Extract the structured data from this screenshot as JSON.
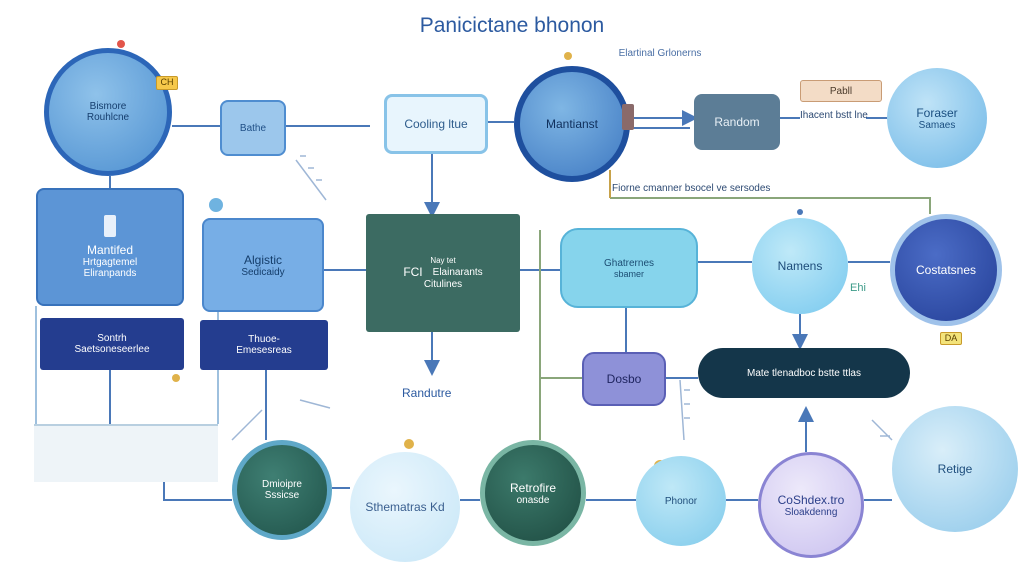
{
  "header": {
    "title": "Panicictane bhonon",
    "subtitle": "Elartinal Grlonerns"
  },
  "nodes": {
    "bismore": {
      "line1": "Bismore",
      "line2": "Rouhlcne"
    },
    "bathe": {
      "label": "Bathe"
    },
    "cooling": {
      "label": "Cooling ltue"
    },
    "mantiand": {
      "label": "Mantianst"
    },
    "random": {
      "label": "Random"
    },
    "pabll": {
      "label": "Pabll"
    },
    "pbs": {
      "label": "Ihacent bstt lne"
    },
    "foraer": {
      "line1": "Foraser",
      "line2": "Samaes"
    },
    "mantifred": {
      "line1": "Mantifed",
      "line2": "Hrtgagtemel",
      "line3": "Eliranpands"
    },
    "algistic": {
      "line1": "Algistic",
      "line2": "Sedicaidy"
    },
    "fci": {
      "tag": "Nay tet",
      "code": "FCI",
      "line1": "Elainarants",
      "line2": "Citulines"
    },
    "quenches": {
      "line1": "Ghatrernes",
      "line2": "sbamer"
    },
    "namens": {
      "label": "Namens"
    },
    "costafo": {
      "label": "Costatsnes"
    },
    "sentry": {
      "line1": "Sontrh",
      "line2": "Saetsoneseerlee"
    },
    "thuer": {
      "line1": "Thuoe-",
      "line2": "Emesesreas"
    },
    "dosbo": {
      "label": "Dosbo"
    },
    "matter": {
      "label": "Mate tlenadboc bstte ttlas"
    },
    "dmiofre": {
      "line1": "Dmioipre",
      "line2": "Sssicse"
    },
    "schematic": {
      "label": "Sthematras Kd"
    },
    "retrofine": {
      "line1": "Retrofire",
      "line2": "onasde"
    },
    "phonor": {
      "label": "Phonor"
    },
    "cosdex": {
      "line1": "CoShdex.tro",
      "line2": "Sloakdenng"
    },
    "retige": {
      "label": "Retige"
    }
  },
  "labels": {
    "pancer": "Fiorne cmanner bsocel ve sersodes",
    "bandute": "Randutre",
    "ehi": "Ehi",
    "badge1": "CH",
    "badge2": "DA"
  },
  "colors": {
    "title": "#2c5aa0",
    "navy": "#243d8f",
    "teal_dark": "#1f5249",
    "sky": "#86d4ec",
    "connector": "#4a78b8",
    "accent_gold": "#f6c84a"
  }
}
